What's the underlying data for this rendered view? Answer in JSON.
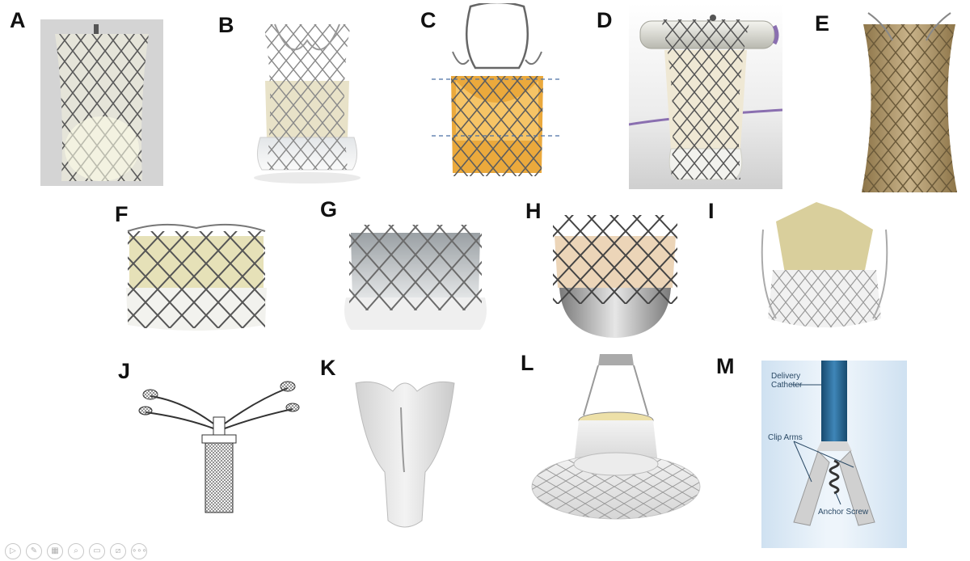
{
  "panels": [
    {
      "id": "A",
      "letter": "A"
    },
    {
      "id": "B",
      "letter": "B"
    },
    {
      "id": "C",
      "letter": "C"
    },
    {
      "id": "D",
      "letter": "D"
    },
    {
      "id": "E",
      "letter": "E"
    },
    {
      "id": "F",
      "letter": "F"
    },
    {
      "id": "G",
      "letter": "G"
    },
    {
      "id": "H",
      "letter": "H"
    },
    {
      "id": "I",
      "letter": "I"
    },
    {
      "id": "J",
      "letter": "J"
    },
    {
      "id": "K",
      "letter": "K"
    },
    {
      "id": "L",
      "letter": "L"
    },
    {
      "id": "M",
      "letter": "M"
    }
  ],
  "panel_m_labels": {
    "delivery_catheter_1": "Delivery",
    "delivery_catheter_2": "Catheter",
    "clip_arms": "Clip Arms",
    "anchor_screw": "Anchor Screw"
  },
  "toolbar": {
    "icons": [
      "play-icon",
      "pen-icon",
      "grid-icon",
      "zoom-icon",
      "window-icon",
      "slash-icon",
      "more-icon"
    ],
    "glyphs": [
      "▷",
      "✎",
      "▦",
      "⌕",
      "▭",
      "⧄",
      "∘∘∘"
    ]
  },
  "colors": {
    "stent_metal": "#6e6e6e",
    "leaflet_gold": "#e8a93a",
    "leaflet_cream": "#e9e2c2",
    "skirt_white": "#f1f1f1",
    "catheter_blue": "#1f5d86",
    "guide_dash": "#4a6fa5"
  }
}
